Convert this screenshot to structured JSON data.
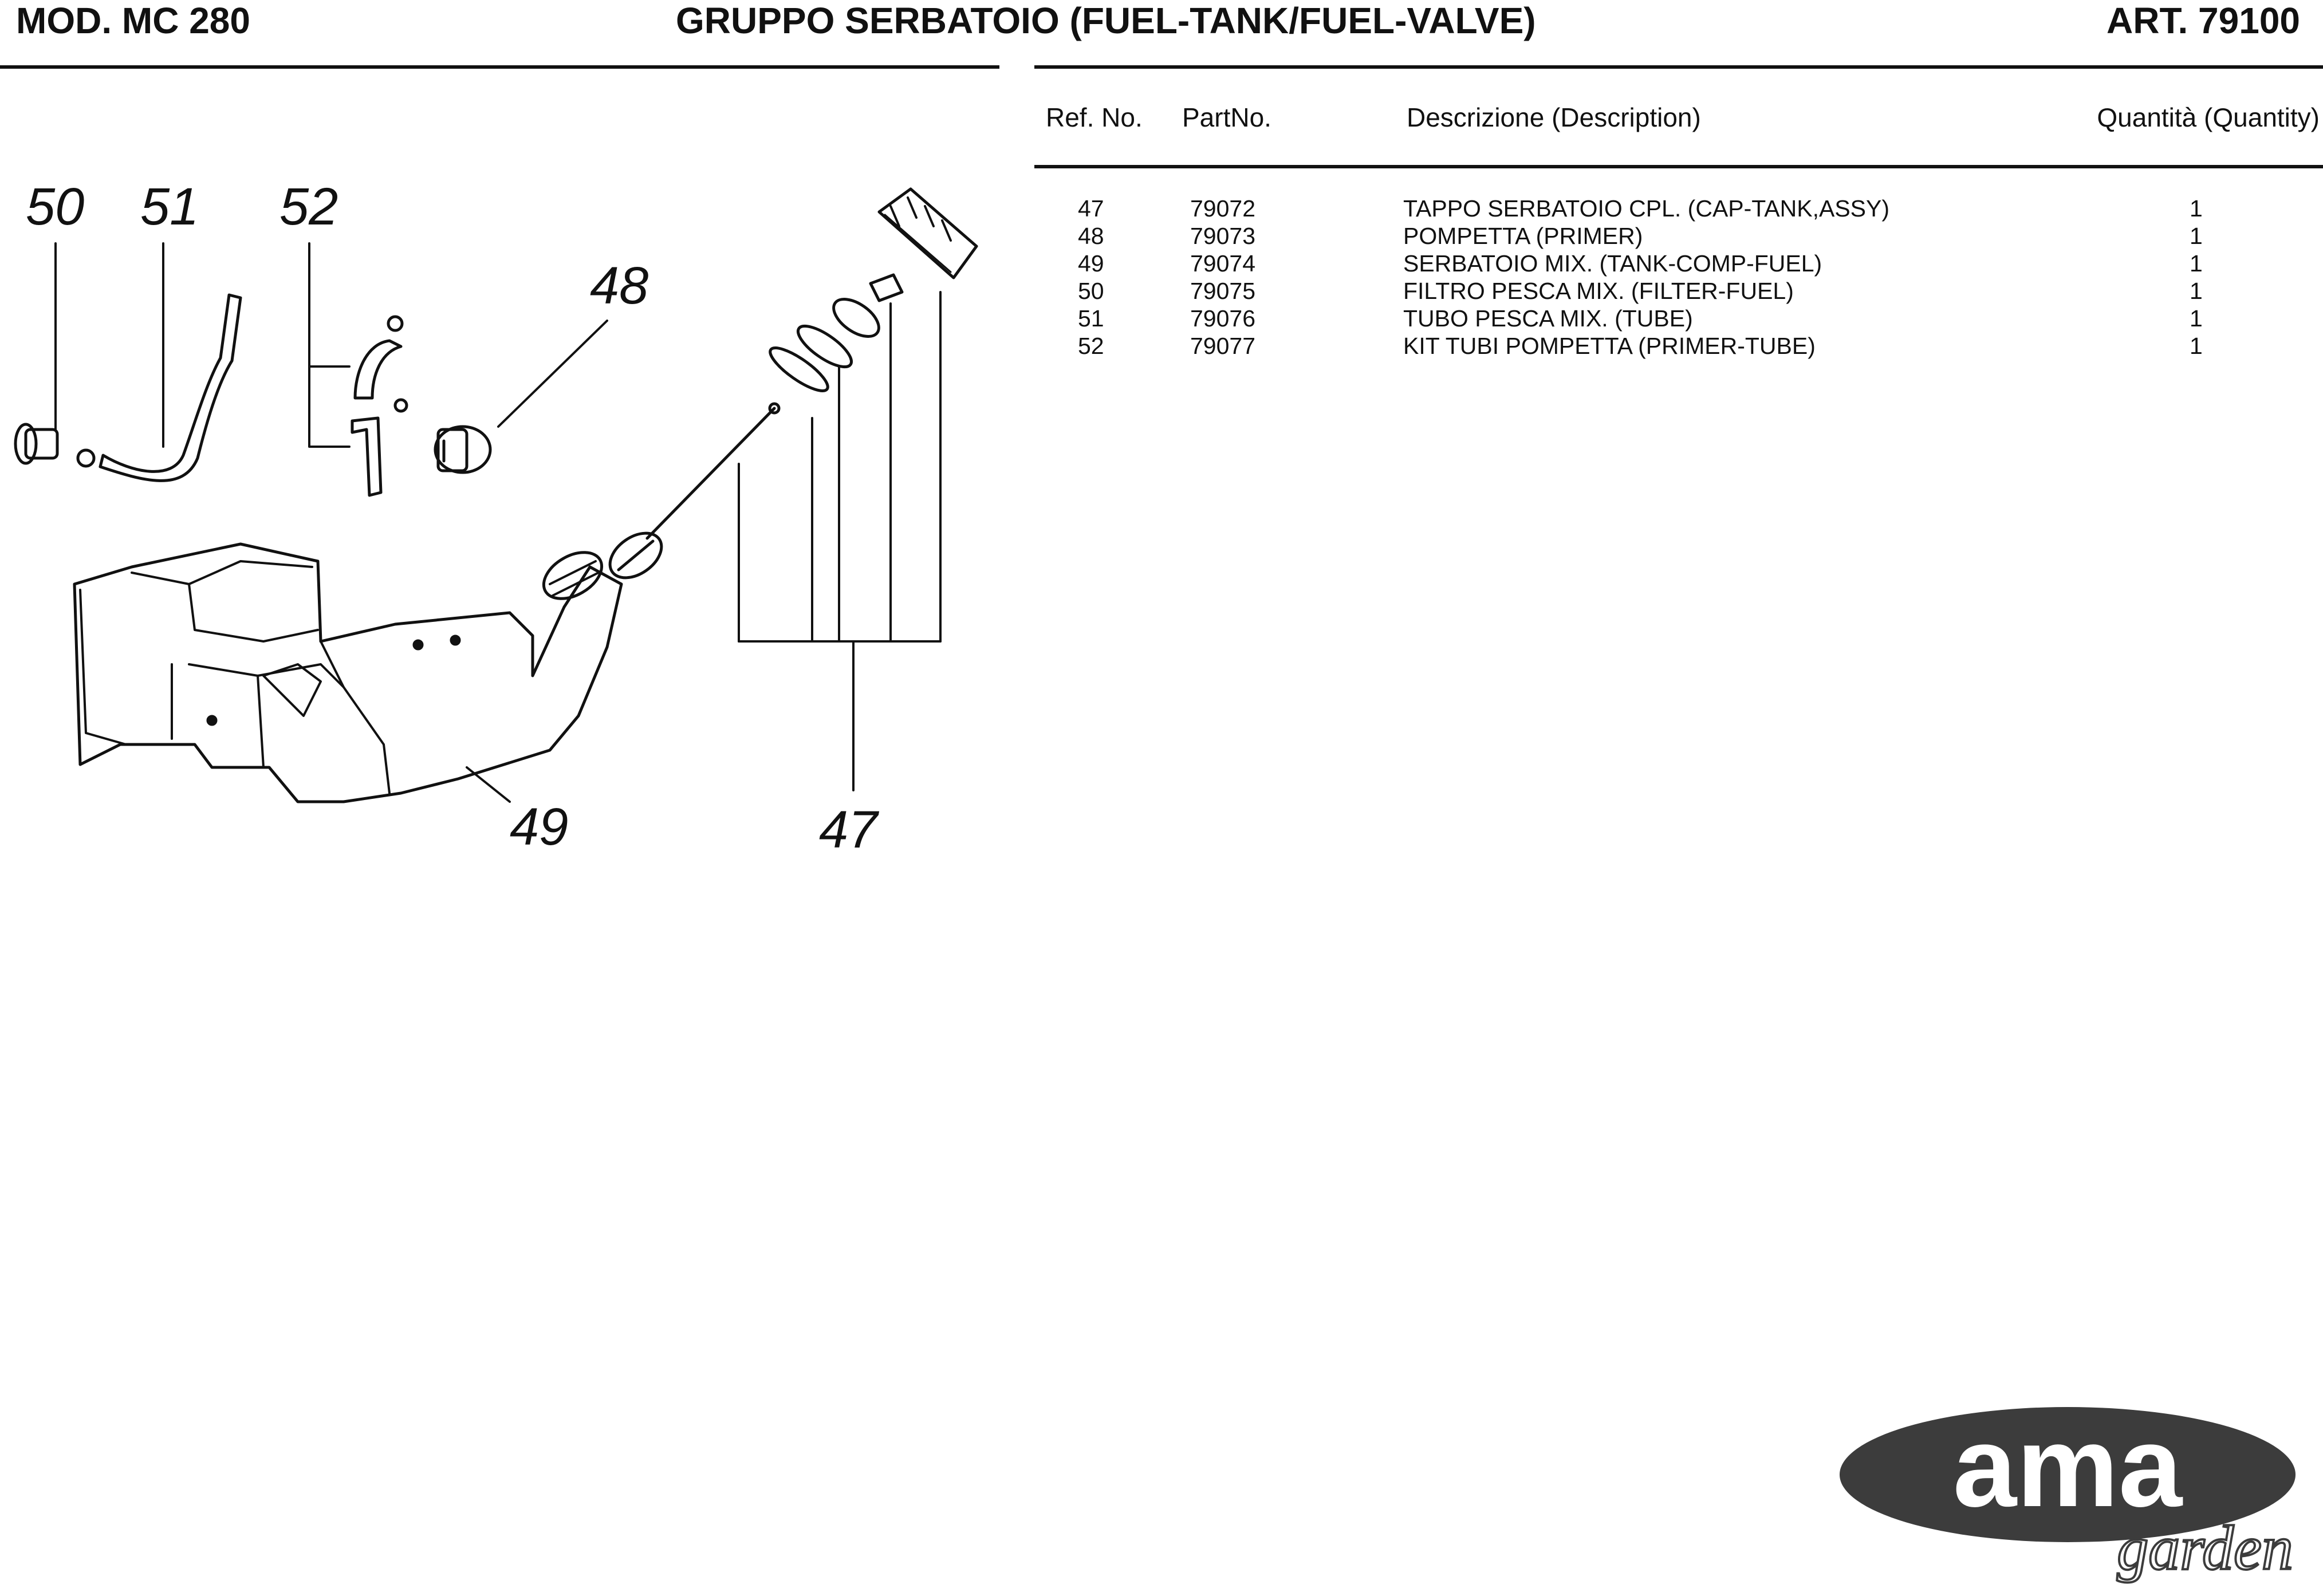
{
  "header": {
    "model": "MOD. MC 280",
    "title": "GRUPPO SERBATOIO (FUEL-TANK/FUEL-VALVE)",
    "article": "ART. 79100"
  },
  "table": {
    "columns": [
      "Ref. No.",
      "PartNo.",
      "Descrizione (Description)",
      "Quantità (Quantity)"
    ],
    "rows": [
      {
        "ref": "47",
        "part": "79072",
        "desc": "TAPPO SERBATOIO CPL. (CAP-TANK,ASSY)",
        "qty": "1"
      },
      {
        "ref": "48",
        "part": "79073",
        "desc": "POMPETTA (PRIMER)",
        "qty": "1"
      },
      {
        "ref": "49",
        "part": "79074",
        "desc": "SERBATOIO MIX. (TANK-COMP-FUEL)",
        "qty": "1"
      },
      {
        "ref": "50",
        "part": "79075",
        "desc": "FILTRO PESCA MIX. (FILTER-FUEL)",
        "qty": "1"
      },
      {
        "ref": "51",
        "part": "79076",
        "desc": "TUBO PESCA MIX. (TUBE)",
        "qty": "1"
      },
      {
        "ref": "52",
        "part": "79077",
        "desc": "KIT TUBI POMPETTA (PRIMER-TUBE)",
        "qty": "1"
      }
    ]
  },
  "diagram": {
    "callouts": {
      "c50": "50",
      "c51": "51",
      "c52": "52",
      "c48": "48",
      "c49": "49",
      "c47": "47"
    }
  },
  "logo": {
    "word": "ama",
    "sub": "garden"
  }
}
